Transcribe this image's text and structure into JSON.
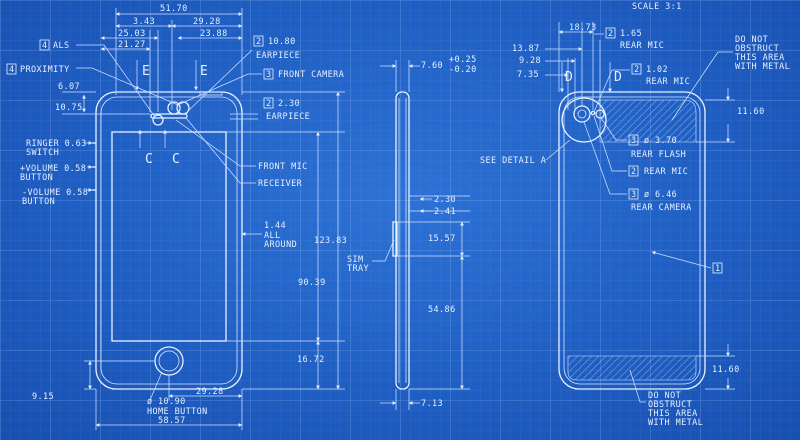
{
  "scale": "SCALE 3:1",
  "front": {
    "dims": {
      "overall_width_top": "51.70",
      "d_343": "3.43",
      "d_2928_top": "29.28",
      "d_2503": "25.03",
      "d_2388": "23.88",
      "d_2127": "21.27",
      "d_607": "6.07",
      "d_1075": "10.75",
      "d_915": "9.15",
      "d_2928_bottom": "29.28",
      "overall_width_bottom": "58.57",
      "d_12383": "123.83",
      "d_9039": "90.39",
      "d_1672": "16.72"
    },
    "callouts": {
      "als_num": "4",
      "als": "ALS",
      "prox_num": "4",
      "prox": "PROXIMITY",
      "earpiece1_num": "2",
      "earpiece1_val": "10.80",
      "earpiece1_label": "EARPIECE",
      "front_cam_num": "3",
      "front_cam": "FRONT CAMERA",
      "earpiece2_num": "2",
      "earpiece2_val": "2.30",
      "earpiece2_label": "EARPIECE",
      "front_mic": "FRONT MIC",
      "receiver": "RECEIVER",
      "ringer1": "RINGER 0.63",
      "ringer2": "SWITCH",
      "volup1": "+VOLUME 0.58",
      "volup2": "BUTTON",
      "voldn1": "-VOLUME 0.58",
      "voldn2": "BUTTON",
      "all_around_val": "1.44",
      "all_around1": "ALL",
      "all_around2": "AROUND",
      "home_val": "ø 10.90",
      "home_label": "HOME BUTTON"
    },
    "section_markers": {
      "e_left": "E",
      "e_right": "E",
      "c_left": "C",
      "c_right": "C"
    }
  },
  "side": {
    "d_760": "7.60",
    "tol_plus": "+0.25",
    "tol_minus": "-0.20",
    "d_230": "2.30",
    "d_241": "2.41",
    "d_1557": "15.57",
    "d_5486": "54.86",
    "d_713": "7.13",
    "sim1": "SIM",
    "sim2": "TRAY"
  },
  "back": {
    "d_1873": "18.73",
    "d_165_num": "2",
    "d_165": "1.65",
    "rear_mic_top": "REAR MIC",
    "d_1387": "13.87",
    "d_928": "9.28",
    "d_735": "7.35",
    "d_102_num": "2",
    "d_102": "1.02",
    "rear_mic_2": "REAR MIC",
    "d_marker_left": "D",
    "d_marker_right": "D",
    "obstruct_top": [
      "DO NOT",
      "OBSTRUCT",
      "THIS AREA",
      "WITH METAL"
    ],
    "d_1160_top": "11.60",
    "see_detail": "SEE DETAIL A",
    "flash_num": "3",
    "flash_val": "ø 3.70",
    "flash_label": "REAR FLASH",
    "rear_mic3_num": "2",
    "rear_mic3": "REAR MIC",
    "rear_cam_num": "3",
    "rear_cam_val": "ø 6.46",
    "rear_cam_label": "REAR CAMERA",
    "ref_1": "1",
    "d_1160_bottom": "11.60",
    "obstruct_bottom": [
      "DO NOT",
      "OBSTRUCT",
      "THIS AREA",
      "WITH METAL"
    ]
  }
}
